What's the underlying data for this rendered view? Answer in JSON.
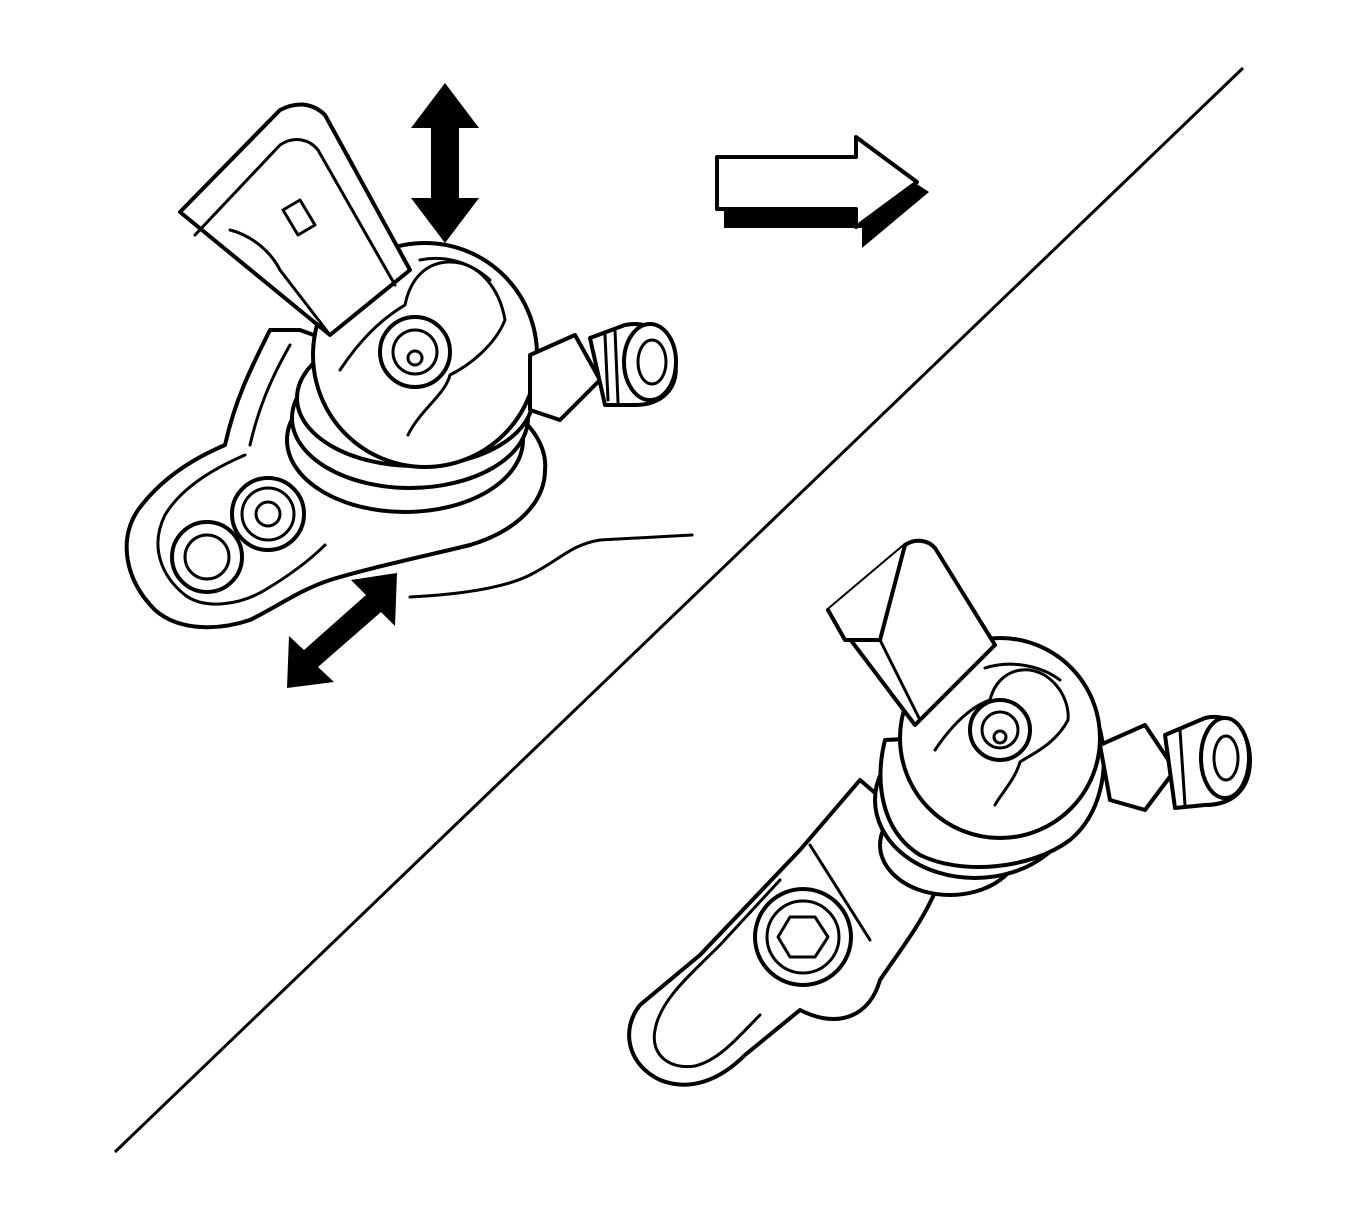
{
  "diagram": {
    "description_free": true,
    "views": [
      {
        "id": "before",
        "arrows": [
          "vertical-double-arrow",
          "diagonal-double-arrow"
        ]
      },
      {
        "id": "after"
      }
    ],
    "transition": "arrow-right",
    "colors": {
      "line": "#000000",
      "background": "#ffffff"
    }
  }
}
